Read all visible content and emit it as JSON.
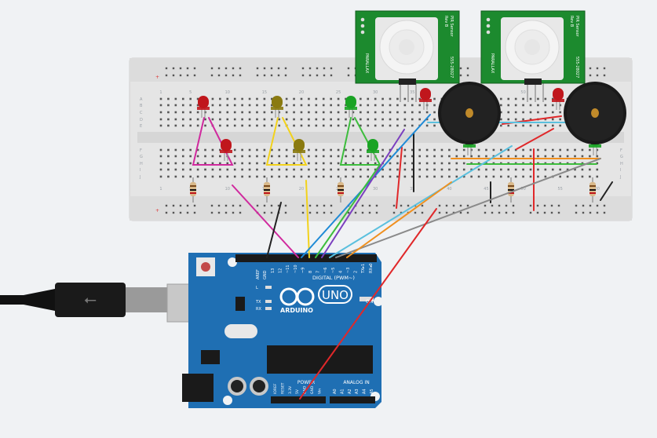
{
  "breadboard": {
    "column_numbers": [
      "1",
      "5",
      "10",
      "15",
      "20",
      "25",
      "30",
      "35",
      "40",
      "45",
      "50",
      "55",
      "60"
    ],
    "row_letters_top": [
      "A",
      "B",
      "C",
      "D",
      "E"
    ],
    "row_letters_bottom": [
      "F",
      "G",
      "H",
      "I",
      "J"
    ]
  },
  "leds": [
    {
      "color": "#c0161c",
      "label": "red"
    },
    {
      "color": "#c0161c",
      "label": "red"
    },
    {
      "color": "#8a7a10",
      "label": "yellow"
    },
    {
      "color": "#8a7a10",
      "label": "yellow"
    },
    {
      "color": "#1aa324",
      "label": "green"
    },
    {
      "color": "#1aa324",
      "label": "green"
    },
    {
      "color": "#c0161c",
      "label": "red"
    },
    {
      "color": "#1aa324",
      "label": "green"
    },
    {
      "color": "#c0161c",
      "label": "red"
    },
    {
      "color": "#1aa324",
      "label": "green"
    }
  ],
  "pir_sensor": {
    "title": "PIR Sensor",
    "rev": "Rev B",
    "part": "555-28027",
    "brand": "PARALLAX"
  },
  "arduino": {
    "logo_text": "ARDUINO",
    "model": "UNO",
    "digital_label": "DIGITAL (PWM~)",
    "power_label": "POWER",
    "analog_label": "ANALOG IN",
    "aref": "AREF",
    "gnd": "GND",
    "pins_digital": [
      "13",
      "12",
      "~11",
      "~10",
      "~9",
      "8",
      "7",
      "~6",
      "~5",
      "4",
      "~3",
      "2",
      "TX▸1",
      "RX◂0"
    ],
    "pins_power": [
      "IOREF",
      "RESET",
      "3.3V",
      "5V",
      "GND",
      "GND",
      "Vin"
    ],
    "pins_analog": [
      "A0",
      "A1",
      "A2",
      "A3",
      "A4",
      "A5"
    ],
    "led_labels": [
      "L",
      "TX",
      "RX"
    ],
    "on_label": "ON"
  },
  "colors": {
    "board": "#1f6fb3",
    "breadboard": "#e6e6e6",
    "pcb_green": "#1c8a2e",
    "wire_magenta": "#d02a9e",
    "wire_yellow": "#f2d21b",
    "wire_green": "#3dbd3d",
    "wire_blue": "#1f8ad6",
    "wire_cyan": "#5bc0de",
    "wire_purple": "#7b3fbf",
    "wire_orange": "#f0901f",
    "wire_red": "#e0282a",
    "wire_black": "#222222",
    "wire_gray": "#8a8a8a"
  }
}
